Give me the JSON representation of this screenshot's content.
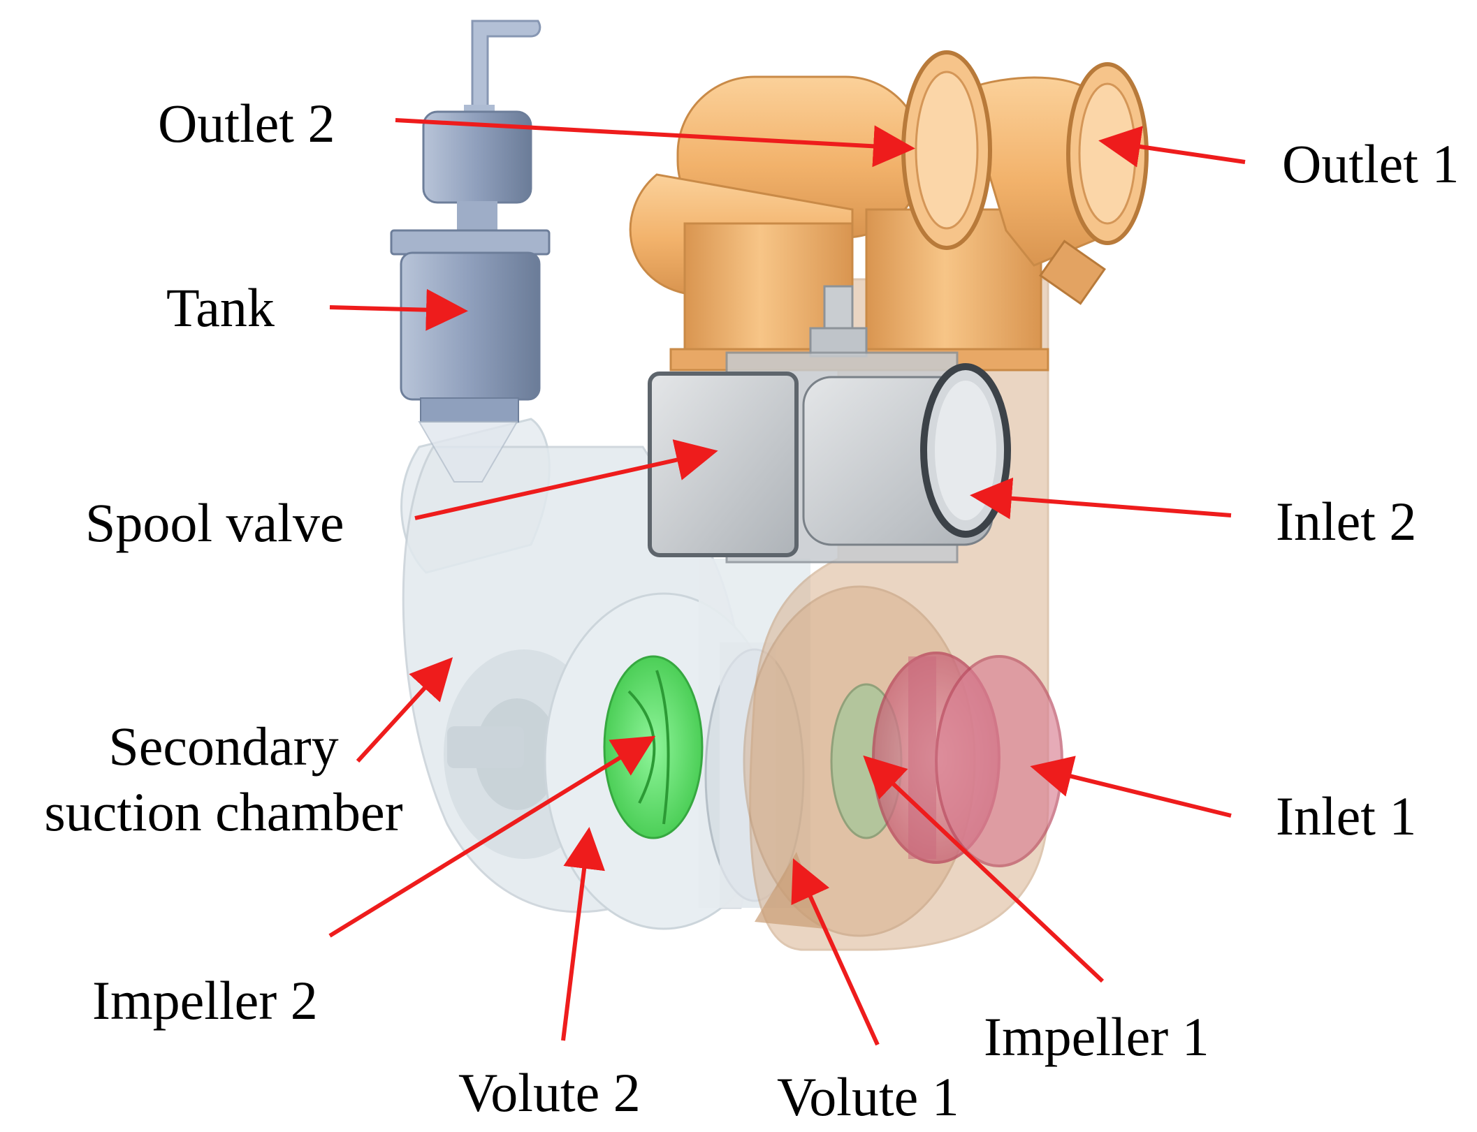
{
  "diagram": {
    "colors": {
      "arrow": "#ee1c1c",
      "tank": "#9aa9c4",
      "outlet_pipes": "#f2b26b",
      "valve_body": "#c7cbcf",
      "casing": "#dfe7ec",
      "volute1_tint": "#d9b392",
      "impeller2": "#5fe06a",
      "inlet1_ring": "#d96b80"
    },
    "labels": {
      "outlet2": "Outlet 2",
      "outlet1": "Outlet 1",
      "tank": "Tank",
      "spool_valve": "Spool valve",
      "inlet2": "Inlet 2",
      "secondary_line1": "Secondary",
      "secondary_line2": "suction chamber",
      "inlet1": "Inlet 1",
      "impeller2": "Impeller 2",
      "impeller1": "Impeller 1",
      "volute2": "Volute 2",
      "volute1": "Volute 1"
    }
  }
}
